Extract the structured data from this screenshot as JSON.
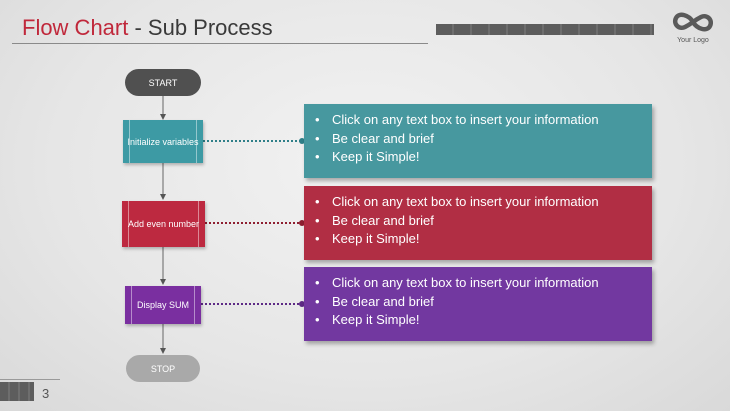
{
  "header": {
    "title_main": "Flow Chart",
    "title_sep": " - ",
    "title_sub": "Sub Process",
    "logo_text": "Your Logo"
  },
  "flow": {
    "start": "START",
    "stop": "STOP",
    "steps": [
      {
        "label": "Initialize variables",
        "color": "#3d9aa4"
      },
      {
        "label": "Add even number",
        "color": "#bd2940"
      },
      {
        "label": "Display SUM",
        "color": "#7a2fa0"
      }
    ]
  },
  "info_boxes": [
    {
      "color": "#47989f",
      "bullets": [
        "Click on any text box to insert your information",
        "Be clear and brief",
        "Keep it Simple!"
      ]
    },
    {
      "color": "#b12e44",
      "bullets": [
        "Click on any text box to insert your information",
        "Be clear and brief",
        "Keep it Simple!"
      ]
    },
    {
      "color": "#7238a0",
      "bullets": [
        "Click on any text box to insert your information",
        "Be clear and brief",
        "Keep it Simple!"
      ]
    }
  ],
  "footer": {
    "page_number": "3"
  }
}
